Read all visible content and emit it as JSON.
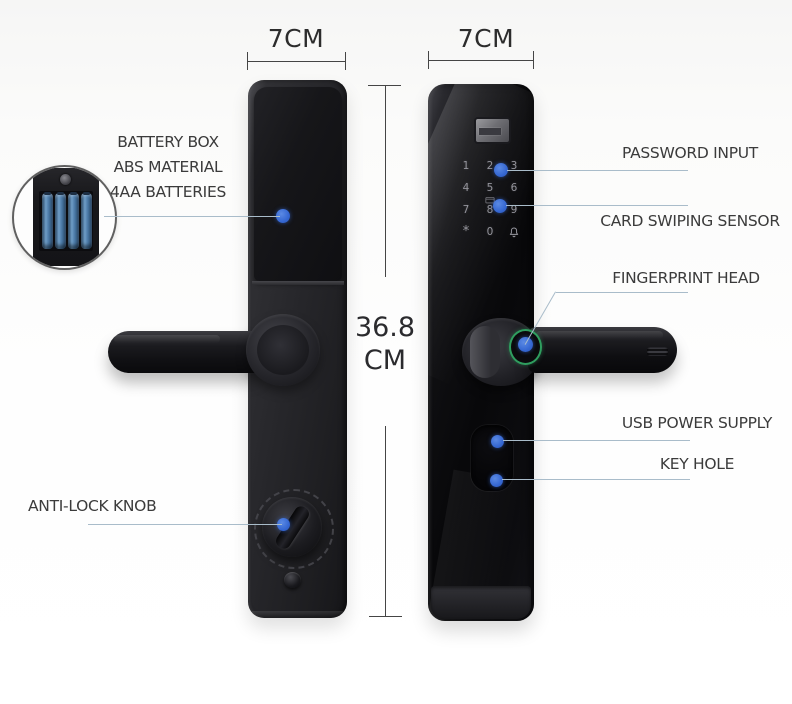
{
  "annotations": {
    "battery_lines": [
      "BATTERY BOX",
      "ABS MATERIAL",
      "4AA BATTERIES"
    ],
    "anti_lock_label": "ANTI-LOCK KNOB",
    "password_label": "PASSWORD INPUT",
    "card_label": "CARD SWIPING SENSOR",
    "fingerprint_label": "FINGERPRINT HEAD",
    "usb_label": "USB POWER SUPPLY",
    "keyhole_label": "KEY HOLE"
  },
  "dimensions": {
    "left_width": "7CM",
    "right_width": "7CM",
    "height_value": "36.8",
    "height_unit": "CM"
  },
  "keypad_keys": [
    "1",
    "2",
    "3",
    "4",
    "5",
    "6",
    "7",
    "8",
    "9",
    "*",
    "0"
  ],
  "icons": {
    "doorbell_icon": "bell-outline",
    "card_swipe_icon": "card-lines",
    "screw_icon": "phillips-screw"
  },
  "colors": {
    "callout_dot_blue": "#3567d2",
    "fingerprint_ring_green": "#2f9e5f",
    "battery_cell_blue": "#4c7ba8",
    "lock_body_black": "#101013",
    "callout_line": "#a9bcca"
  }
}
